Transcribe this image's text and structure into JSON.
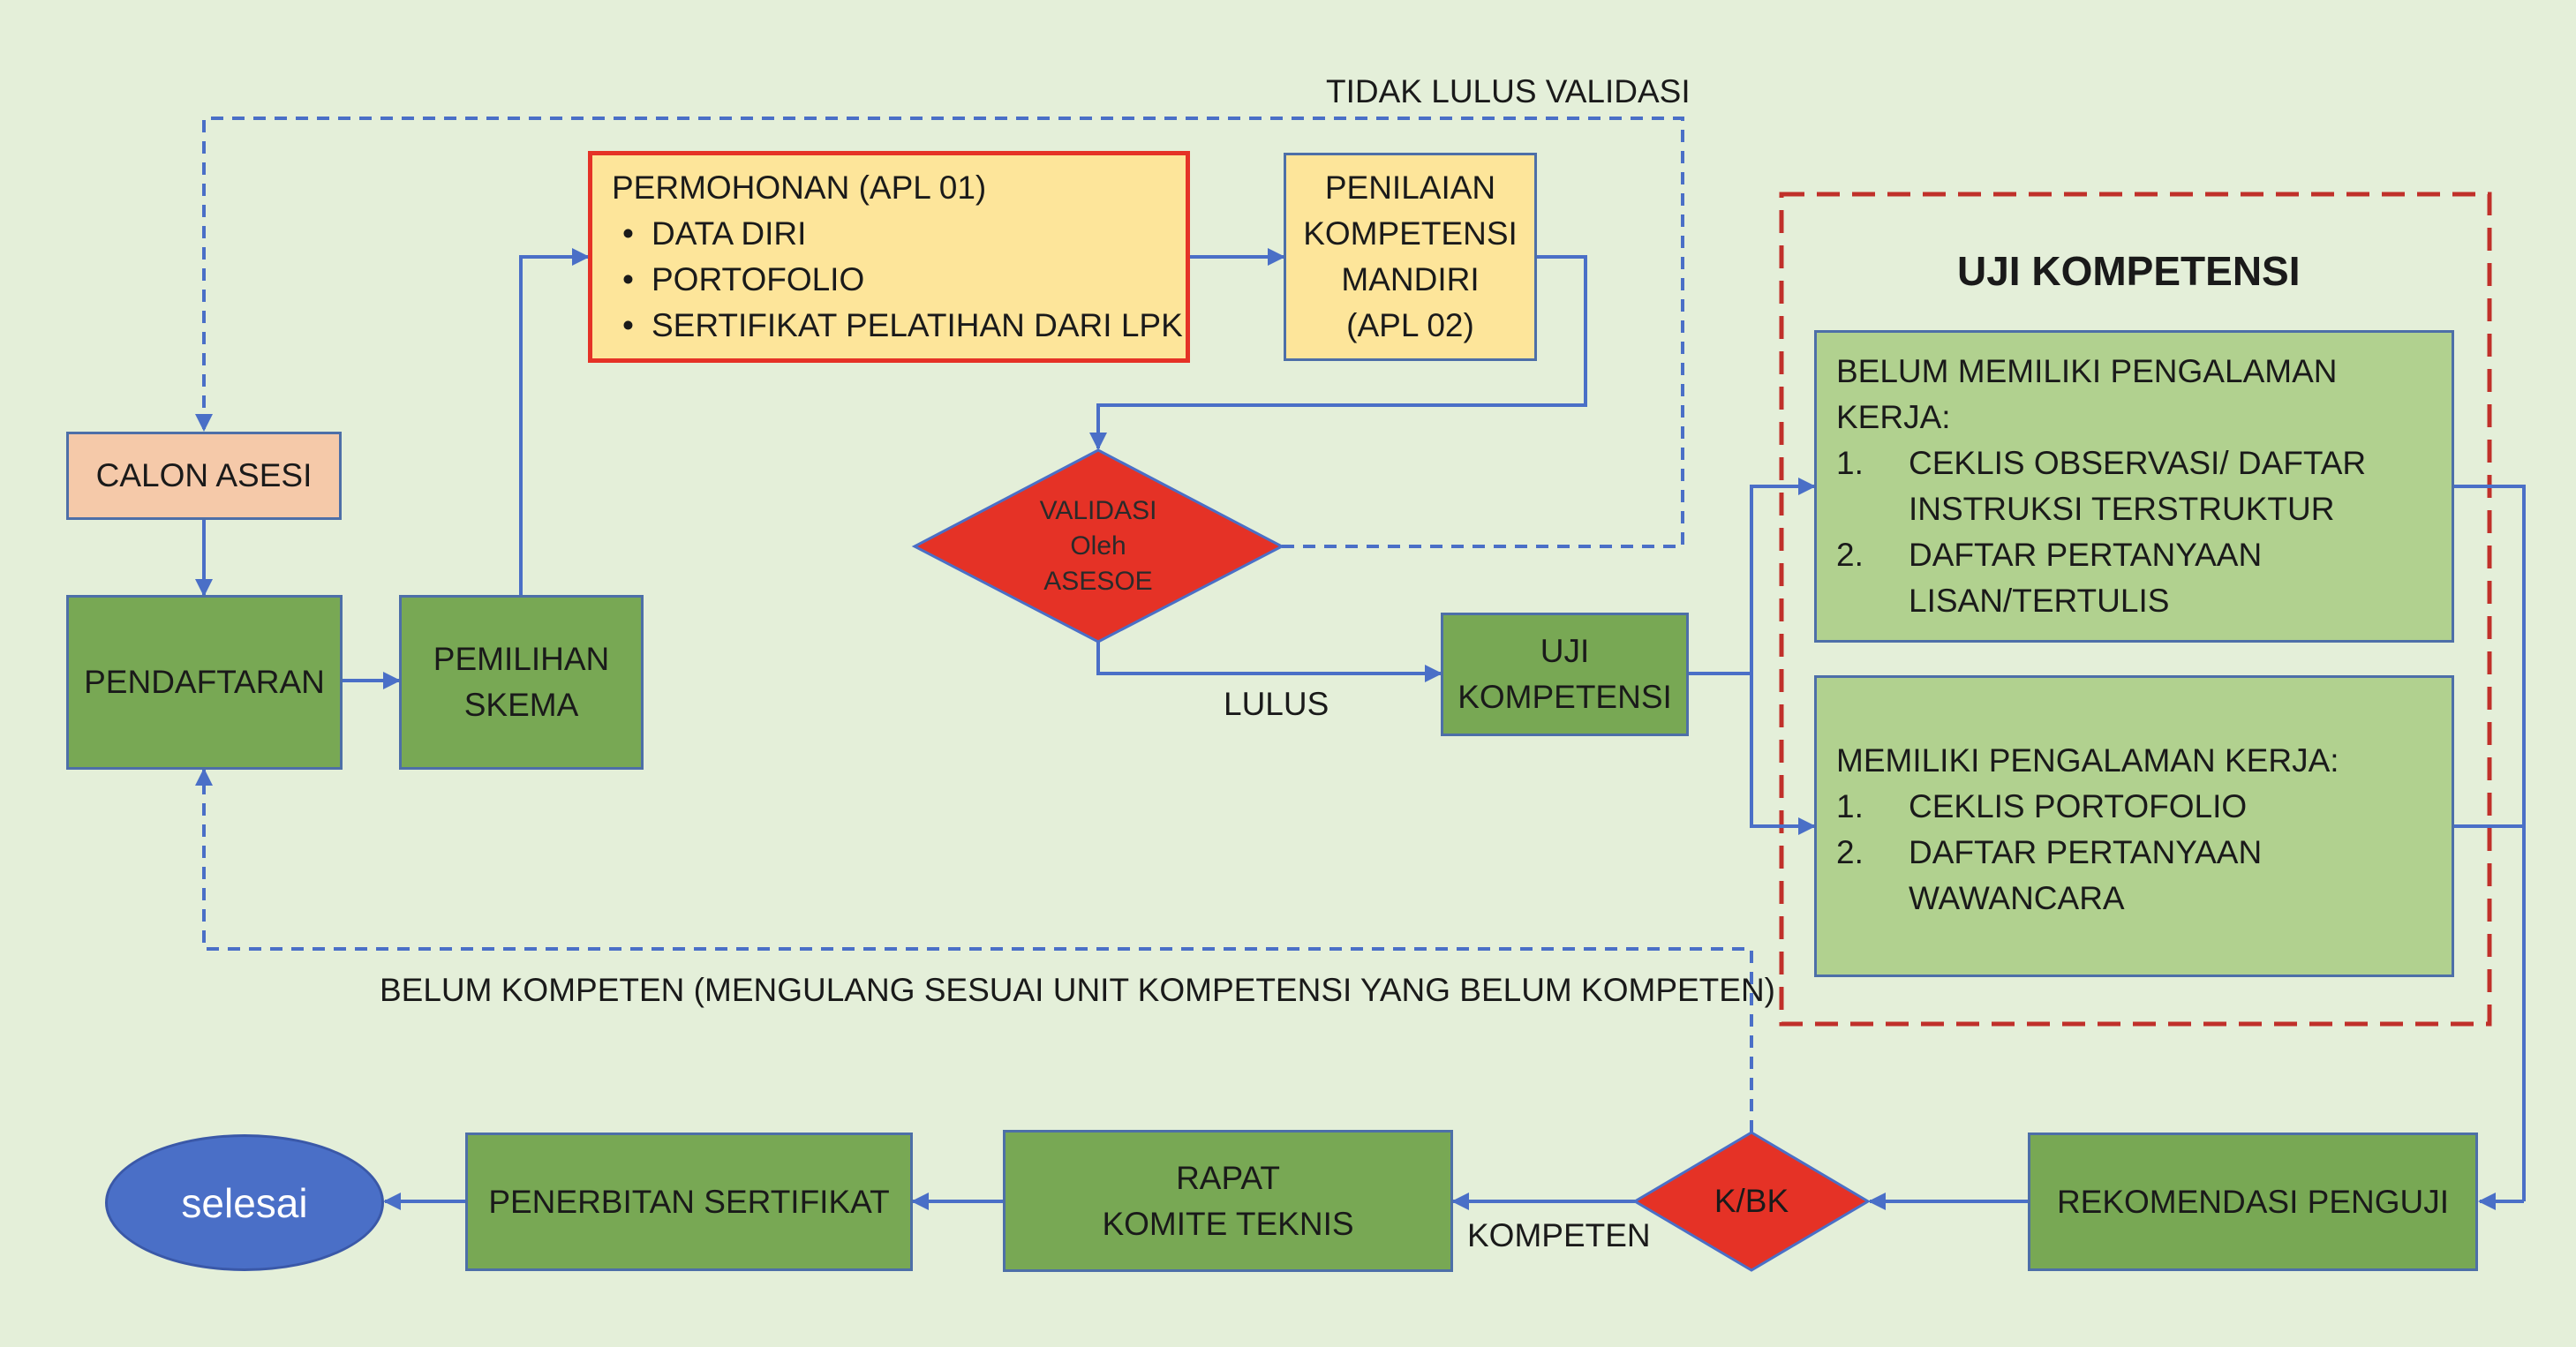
{
  "nodes": {
    "calon_asesi": "CALON ASESI",
    "pendaftaran": "PENDAFTARAN",
    "pemilihan_skema": [
      "PEMILIHAN",
      "SKEMA"
    ],
    "permohonan": {
      "title": "PERMOHONAN (APL 01)",
      "items": [
        "DATA DIRI",
        "PORTOFOLIO",
        "SERTIFIKAT PELATIHAN DARI LPK"
      ]
    },
    "penilaian": [
      "PENILAIAN",
      "KOMPETENSI",
      "MANDIRI",
      "(APL 02)"
    ],
    "validasi": [
      "VALIDASI",
      "Oleh",
      "ASESOE"
    ],
    "uji_kompetensi": [
      "UJI",
      "KOMPETENSI"
    ],
    "belum_memiliki": {
      "title": [
        "BELUM MEMILIKI PENGALAMAN",
        "KERJA:"
      ],
      "items": [
        {
          "num": "1.",
          "lines": [
            "CEKLIS OBSERVASI/ DAFTAR",
            "INSTRUKSI TERSTRUKTUR"
          ]
        },
        {
          "num": "2.",
          "lines": [
            "DAFTAR PERTANYAAN",
            "LISAN/TERTULIS"
          ]
        }
      ]
    },
    "memiliki": {
      "title": "MEMILIKI PENGALAMAN KERJA:",
      "items": [
        {
          "num": "1.",
          "lines": [
            "CEKLIS PORTOFOLIO"
          ]
        },
        {
          "num": "2.",
          "lines": [
            "DAFTAR PERTANYAAN",
            "WAWANCARA"
          ]
        }
      ]
    },
    "rekomendasi": "REKOMENDASI PENGUJI",
    "kbk": "K/BK",
    "rapat": [
      "RAPAT",
      "KOMITE TEKNIS"
    ],
    "penerbitan": "PENERBITAN SERTIFIKAT",
    "selesai": "selesai"
  },
  "group_title": "UJI KOMPETENSI",
  "labels": {
    "tidak_lulus": "TIDAK LULUS VALIDASI",
    "lulus": "LULUS",
    "belum_kompeten": "BELUM KOMPETEN (MENGULANG SESUAI UNIT KOMPETENSI YANG BELUM KOMPETEN)",
    "kompeten": "KOMPETEN"
  },
  "colors": {
    "arrow": "#4a6fc7",
    "diamond": "#e53226",
    "group_border": "#c0302a"
  }
}
